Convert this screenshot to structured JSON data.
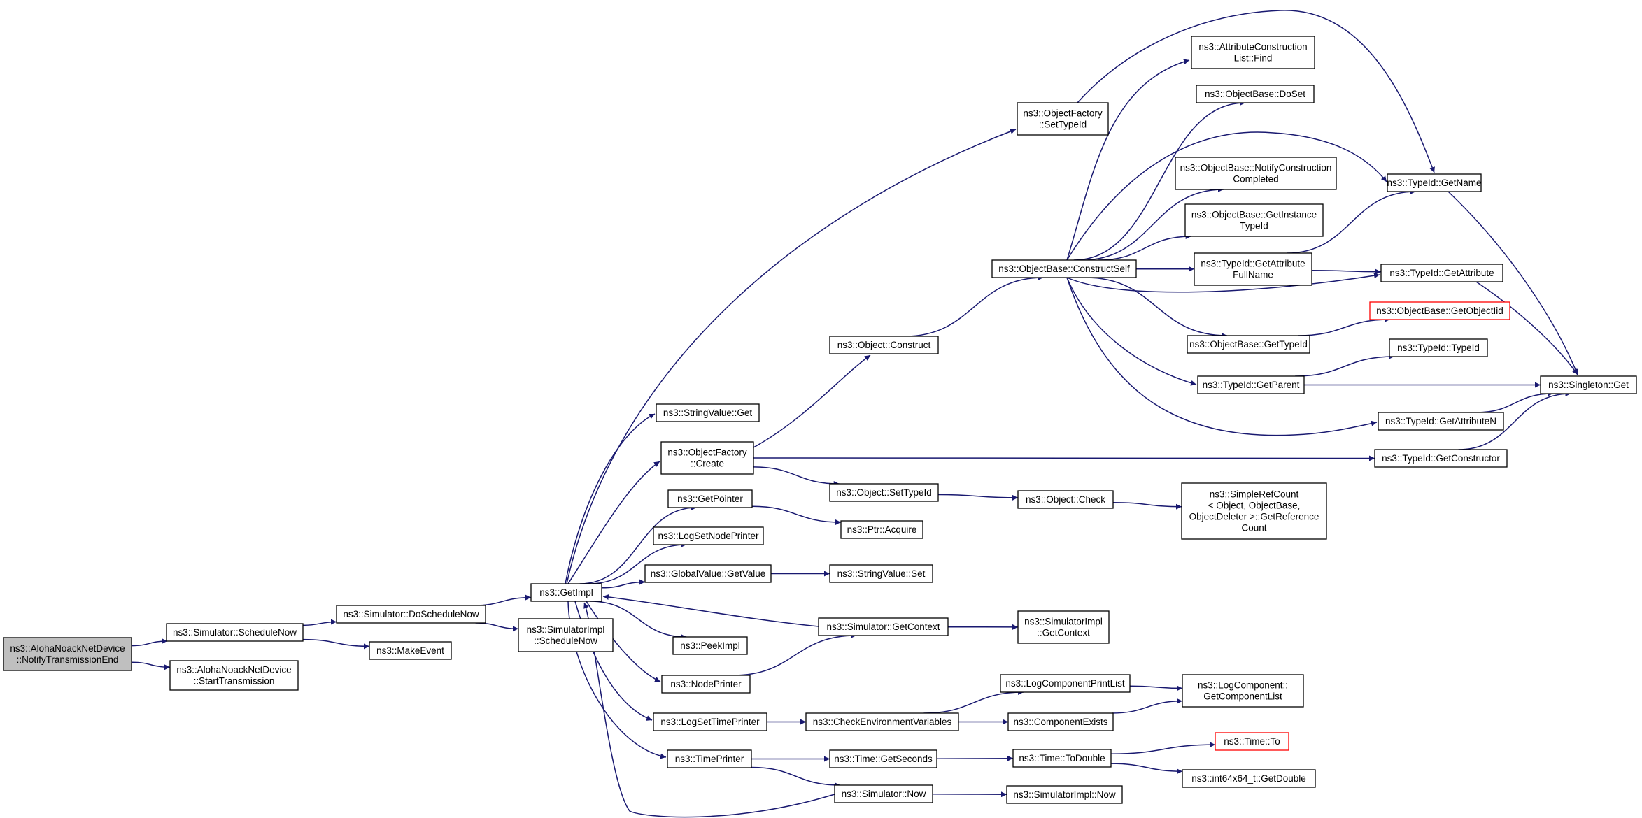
{
  "nodes": [
    {
      "id": "n0",
      "lines": [
        "ns3::AlohaNoackNetDevice",
        "::NotifyTransmissionEnd"
      ],
      "style": "root"
    },
    {
      "id": "n1",
      "lines": [
        "ns3::Simulator::ScheduleNow"
      ]
    },
    {
      "id": "n2",
      "lines": [
        "ns3::AlohaNoackNetDevice",
        "::StartTransmission"
      ]
    },
    {
      "id": "n3",
      "lines": [
        "ns3::Simulator::DoScheduleNow"
      ]
    },
    {
      "id": "n4",
      "lines": [
        "ns3::MakeEvent"
      ]
    },
    {
      "id": "n5",
      "lines": [
        "ns3::GetImpl"
      ]
    },
    {
      "id": "n6",
      "lines": [
        "ns3::SimulatorImpl",
        "::ScheduleNow"
      ]
    },
    {
      "id": "n7",
      "lines": [
        "ns3::ObjectFactory",
        "::SetTypeId"
      ]
    },
    {
      "id": "n8",
      "lines": [
        "ns3::StringValue::Get"
      ]
    },
    {
      "id": "n9",
      "lines": [
        "ns3::ObjectFactory",
        "::Create"
      ]
    },
    {
      "id": "n10",
      "lines": [
        "ns3::GetPointer"
      ]
    },
    {
      "id": "n11",
      "lines": [
        "ns3::LogSetNodePrinter"
      ]
    },
    {
      "id": "n12",
      "lines": [
        "ns3::GlobalValue::GetValue"
      ]
    },
    {
      "id": "n13",
      "lines": [
        "ns3::PeekImpl"
      ]
    },
    {
      "id": "n14",
      "lines": [
        "ns3::NodePrinter"
      ]
    },
    {
      "id": "n15",
      "lines": [
        "ns3::LogSetTimePrinter"
      ]
    },
    {
      "id": "n16",
      "lines": [
        "ns3::TimePrinter"
      ]
    },
    {
      "id": "n17",
      "lines": [
        "ns3::Object::Construct"
      ]
    },
    {
      "id": "n18",
      "lines": [
        "ns3::Object::SetTypeId"
      ]
    },
    {
      "id": "n19",
      "lines": [
        "ns3::Ptr::Acquire"
      ]
    },
    {
      "id": "n20",
      "lines": [
        "ns3::StringValue::Set"
      ]
    },
    {
      "id": "n21",
      "lines": [
        "ns3::Simulator::GetContext"
      ]
    },
    {
      "id": "n22",
      "lines": [
        "ns3::CheckEnvironmentVariables"
      ]
    },
    {
      "id": "n23",
      "lines": [
        "ns3::Time::GetSeconds"
      ]
    },
    {
      "id": "n24",
      "lines": [
        "ns3::Simulator::Now"
      ]
    },
    {
      "id": "n25",
      "lines": [
        "ns3::ObjectBase::ConstructSelf"
      ]
    },
    {
      "id": "n26",
      "lines": [
        "ns3::Object::Check"
      ]
    },
    {
      "id": "n27",
      "lines": [
        "ns3::SimulatorImpl",
        "::GetContext"
      ]
    },
    {
      "id": "n28",
      "lines": [
        "ns3::LogComponentPrintList"
      ]
    },
    {
      "id": "n29",
      "lines": [
        "ns3::ComponentExists"
      ]
    },
    {
      "id": "n30",
      "lines": [
        "ns3::Time::ToDouble"
      ]
    },
    {
      "id": "n31",
      "lines": [
        "ns3::SimulatorImpl::Now"
      ]
    },
    {
      "id": "n32",
      "lines": [
        "ns3::AttributeConstruction",
        "List::Find"
      ]
    },
    {
      "id": "n33",
      "lines": [
        "ns3::ObjectBase::DoSet"
      ]
    },
    {
      "id": "n34",
      "lines": [
        "ns3::ObjectBase::NotifyConstruction",
        "Completed"
      ]
    },
    {
      "id": "n35",
      "lines": [
        "ns3::ObjectBase::GetInstance",
        "TypeId"
      ]
    },
    {
      "id": "n36",
      "lines": [
        "ns3::TypeId::GetAttribute",
        "FullName"
      ]
    },
    {
      "id": "n37",
      "lines": [
        "ns3::ObjectBase::GetTypeId"
      ]
    },
    {
      "id": "n38",
      "lines": [
        "ns3::TypeId::GetParent"
      ]
    },
    {
      "id": "n39",
      "lines": [
        "ns3::SimpleRefCount",
        "< Object, ObjectBase,",
        "ObjectDeleter >::GetReference",
        "Count"
      ]
    },
    {
      "id": "n40",
      "lines": [
        "ns3::LogComponent::",
        "GetComponentList"
      ]
    },
    {
      "id": "n41",
      "lines": [
        "ns3::Time::To"
      ],
      "style": "red"
    },
    {
      "id": "n42",
      "lines": [
        "ns3::int64x64_t::GetDouble"
      ]
    },
    {
      "id": "n43",
      "lines": [
        "ns3::TypeId::GetName"
      ]
    },
    {
      "id": "n44",
      "lines": [
        "ns3::TypeId::GetAttribute"
      ]
    },
    {
      "id": "n45",
      "lines": [
        "ns3::ObjectBase::GetObjectIid"
      ],
      "style": "red"
    },
    {
      "id": "n46",
      "lines": [
        "ns3::TypeId::TypeId"
      ]
    },
    {
      "id": "n47",
      "lines": [
        "ns3::TypeId::GetAttributeN"
      ]
    },
    {
      "id": "n48",
      "lines": [
        "ns3::TypeId::GetConstructor"
      ]
    },
    {
      "id": "n49",
      "lines": [
        "ns3::Singleton::Get"
      ]
    }
  ],
  "edges": [
    [
      "n0",
      "n1"
    ],
    [
      "n0",
      "n2"
    ],
    [
      "n1",
      "n3"
    ],
    [
      "n1",
      "n4"
    ],
    [
      "n3",
      "n5"
    ],
    [
      "n3",
      "n6"
    ],
    [
      "n5",
      "n7"
    ],
    [
      "n5",
      "n8"
    ],
    [
      "n5",
      "n9"
    ],
    [
      "n5",
      "n10"
    ],
    [
      "n5",
      "n11"
    ],
    [
      "n5",
      "n12"
    ],
    [
      "n5",
      "n13"
    ],
    [
      "n5",
      "n14"
    ],
    [
      "n5",
      "n15"
    ],
    [
      "n5",
      "n16"
    ],
    [
      "n7",
      "n43"
    ],
    [
      "n9",
      "n17"
    ],
    [
      "n9",
      "n18"
    ],
    [
      "n9",
      "n48"
    ],
    [
      "n10",
      "n19"
    ],
    [
      "n12",
      "n20"
    ],
    [
      "n14",
      "n21"
    ],
    [
      "n21",
      "n5"
    ],
    [
      "n21",
      "n27"
    ],
    [
      "n15",
      "n22"
    ],
    [
      "n22",
      "n28"
    ],
    [
      "n22",
      "n29"
    ],
    [
      "n16",
      "n23"
    ],
    [
      "n16",
      "n24"
    ],
    [
      "n24",
      "n5"
    ],
    [
      "n24",
      "n31"
    ],
    [
      "n23",
      "n30"
    ],
    [
      "n30",
      "n41"
    ],
    [
      "n30",
      "n42"
    ],
    [
      "n28",
      "n40"
    ],
    [
      "n29",
      "n40"
    ],
    [
      "n17",
      "n25"
    ],
    [
      "n18",
      "n26"
    ],
    [
      "n26",
      "n39"
    ],
    [
      "n25",
      "n32"
    ],
    [
      "n25",
      "n33"
    ],
    [
      "n25",
      "n34"
    ],
    [
      "n25",
      "n35"
    ],
    [
      "n25",
      "n36"
    ],
    [
      "n25",
      "n37"
    ],
    [
      "n25",
      "n38"
    ],
    [
      "n25",
      "n43"
    ],
    [
      "n25",
      "n44"
    ],
    [
      "n25",
      "n47"
    ],
    [
      "n36",
      "n43"
    ],
    [
      "n36",
      "n44"
    ],
    [
      "n37",
      "n45"
    ],
    [
      "n38",
      "n46"
    ],
    [
      "n38",
      "n49"
    ],
    [
      "n43",
      "n49"
    ],
    [
      "n44",
      "n49"
    ],
    [
      "n47",
      "n49"
    ],
    [
      "n48",
      "n49"
    ]
  ]
}
